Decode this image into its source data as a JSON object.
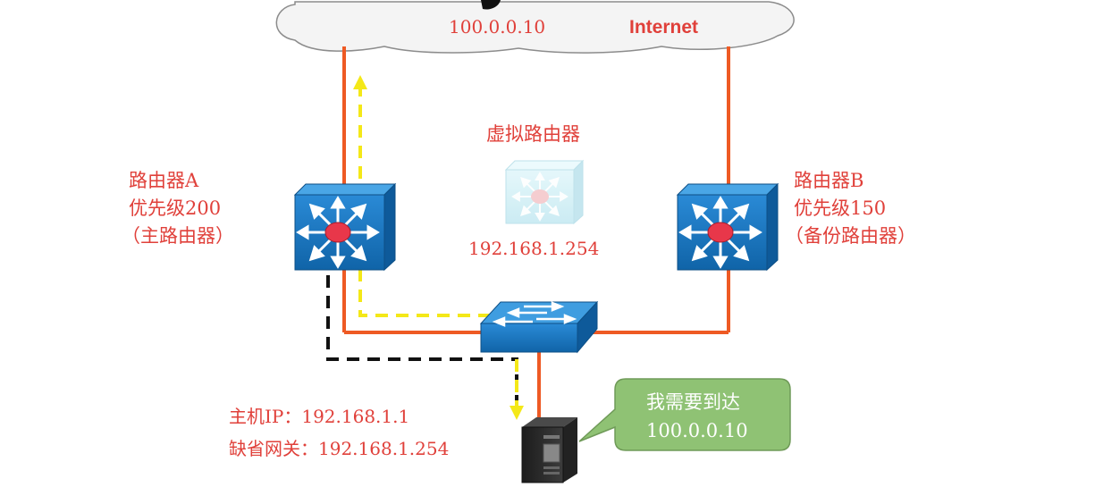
{
  "cloud": {
    "ip": "100.0.0.10",
    "name": "Internet"
  },
  "virtual_router": {
    "title": "虚拟路由器",
    "ip": "192.168.1.254"
  },
  "router_a": {
    "name": "路由器A",
    "priority": "优先级200",
    "role": "（主路由器）"
  },
  "router_b": {
    "name": "路由器B",
    "priority": "优先级150",
    "role": "（备份路由器）"
  },
  "host": {
    "ip_line": "主机IP：192.168.1.1",
    "gateway_line": "缺省网关：192.168.1.254"
  },
  "bubble": {
    "line1": "我需要到达",
    "line2": "100.0.0.10"
  },
  "colors": {
    "link": "#ee5a24",
    "data_path": "#f4e818",
    "gateway_path": "#111111",
    "label_red": "#e0403a",
    "router_blue": "#1b78c4",
    "bubble_green": "#8fc274"
  }
}
